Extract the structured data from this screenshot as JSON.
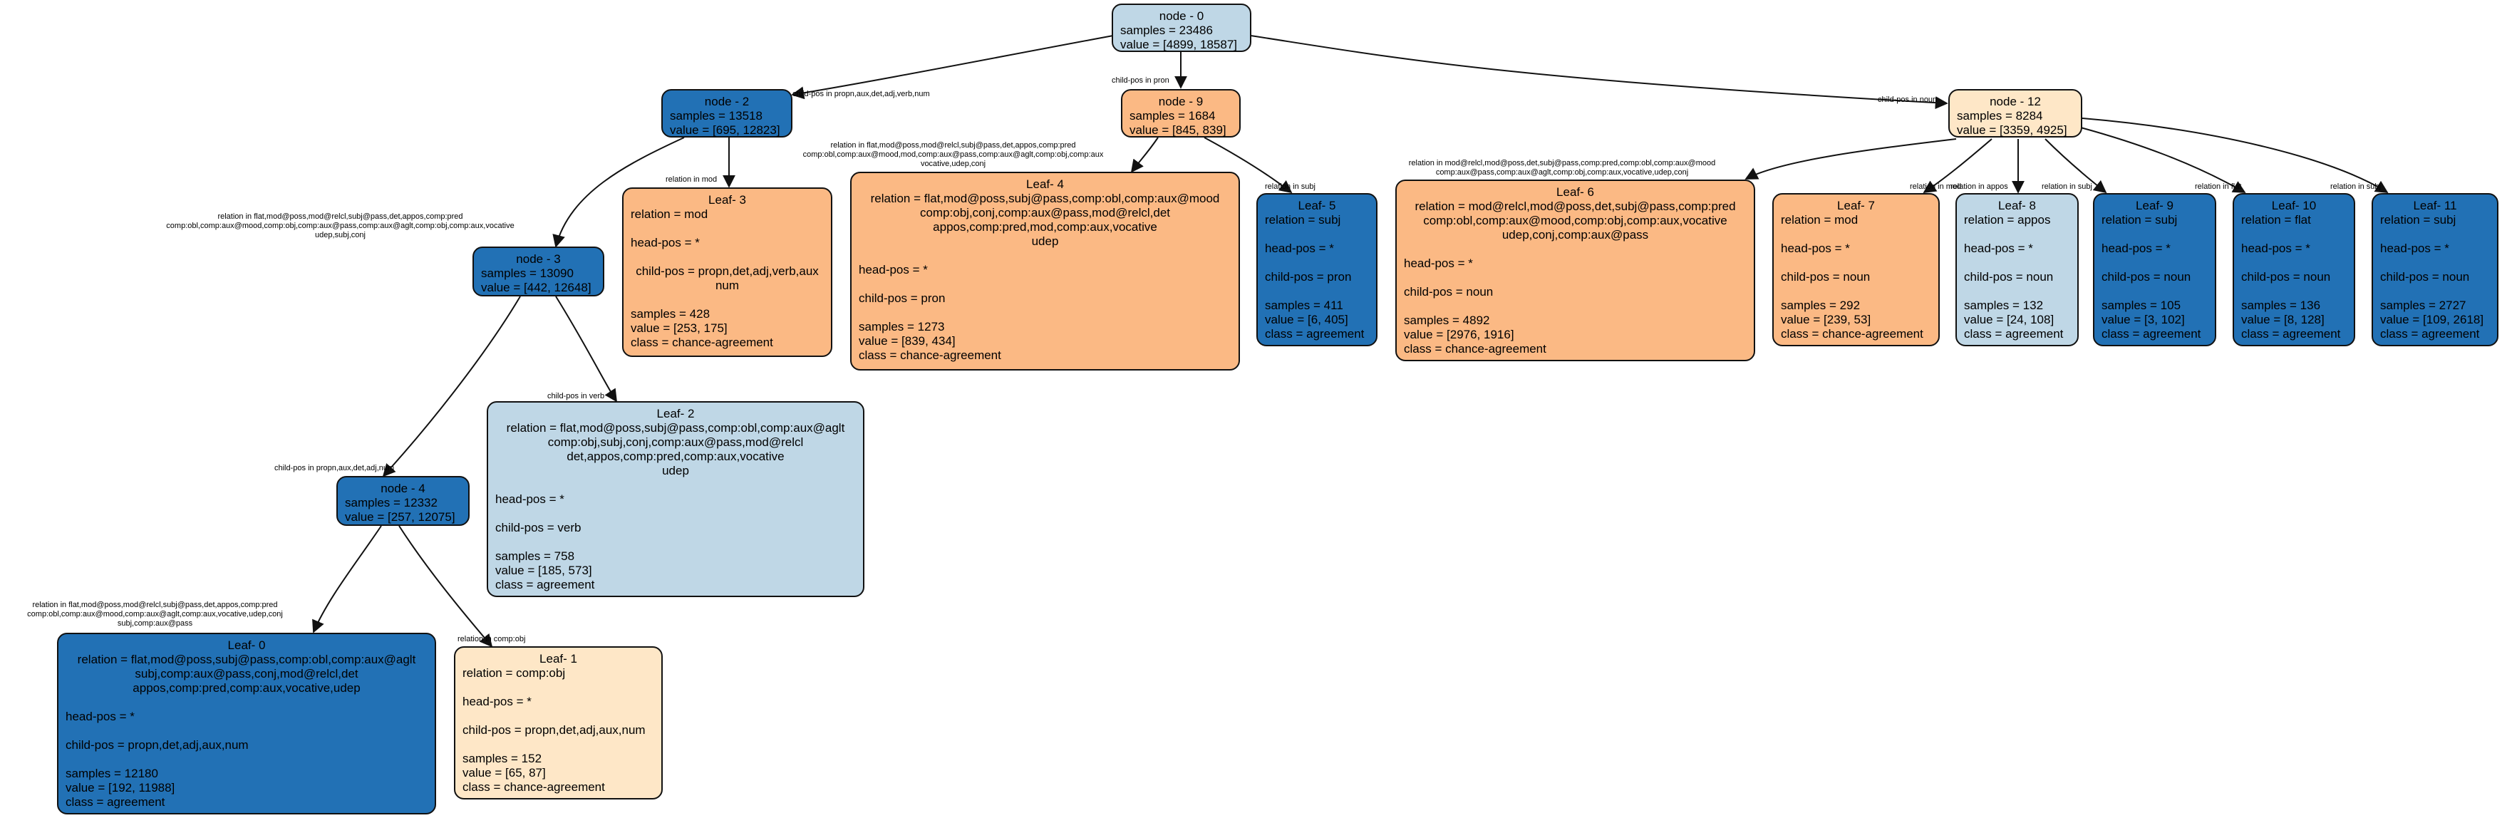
{
  "colors": {
    "blue": "#2271b5",
    "lightblue": "#bfd7e6",
    "orange": "#fbb984",
    "peach": "#fee7c7",
    "edge": "#111111"
  },
  "nodes": {
    "node0": {
      "title": "node - 0",
      "lines": [
        "samples = 23486",
        "value = [4899, 18587]"
      ]
    },
    "node2": {
      "title": "node - 2",
      "lines": [
        "samples = 13518",
        "value = [695, 12823]"
      ]
    },
    "node9": {
      "title": "node - 9",
      "lines": [
        "samples = 1684",
        "value = [845, 839]"
      ]
    },
    "node12": {
      "title": "node - 12",
      "lines": [
        "samples = 8284",
        "value = [3359, 4925]"
      ]
    },
    "node3": {
      "title": "node - 3",
      "lines": [
        "samples = 13090",
        "value = [442, 12648]"
      ]
    },
    "node4": {
      "title": "node - 4",
      "lines": [
        "samples = 12332",
        "value = [257, 12075]"
      ]
    },
    "leaf0": {
      "title": "Leaf- 0",
      "relation": "relation = flat,mod@poss,subj@pass,comp:obl,comp:aux@aglt\nsubj,comp:aux@pass,conj,mod@relcl,det\nappos,comp:pred,comp:aux,vocative,udep",
      "head": "head-pos = *",
      "child": "child-pos = propn,det,adj,aux,num",
      "samples": "samples = 12180",
      "value": "value = [192, 11988]",
      "class": "class = agreement"
    },
    "leaf1": {
      "title": "Leaf- 1",
      "relation": "relation = comp:obj",
      "head": "head-pos = *",
      "child": "child-pos = propn,det,adj,aux,num",
      "samples": "samples = 152",
      "value": "value = [65, 87]",
      "class": "class = chance-agreement"
    },
    "leaf2": {
      "title": "Leaf- 2",
      "relation": "relation = flat,mod@poss,subj@pass,comp:obl,comp:aux@aglt\ncomp:obj,subj,conj,comp:aux@pass,mod@relcl\ndet,appos,comp:pred,comp:aux,vocative\nudep",
      "head": "head-pos = *",
      "child": "child-pos = verb",
      "samples": "samples = 758",
      "value": "value = [185, 573]",
      "class": "class = agreement"
    },
    "leaf3": {
      "title": "Leaf- 3",
      "relation": "relation = mod",
      "head": "head-pos = *",
      "child": "child-pos = propn,det,adj,verb,aux\nnum",
      "samples": "samples = 428",
      "value": "value = [253, 175]",
      "class": "class = chance-agreement"
    },
    "leaf4": {
      "title": "Leaf- 4",
      "relation": "relation = flat,mod@poss,subj@pass,comp:obl,comp:aux@mood\ncomp:obj,conj,comp:aux@pass,mod@relcl,det\nappos,comp:pred,mod,comp:aux,vocative\nudep",
      "head": "head-pos = *",
      "child": "child-pos = pron",
      "samples": "samples = 1273",
      "value": "value = [839, 434]",
      "class": "class = chance-agreement"
    },
    "leaf5": {
      "title": "Leaf- 5",
      "relation": "relation = subj",
      "head": "head-pos = *",
      "child": "child-pos = pron",
      "samples": "samples = 411",
      "value": "value = [6, 405]",
      "class": "class = agreement"
    },
    "leaf6": {
      "title": "Leaf- 6",
      "relation": "relation = mod@relcl,mod@poss,det,subj@pass,comp:pred\ncomp:obl,comp:aux@mood,comp:obj,comp:aux,vocative\nudep,conj,comp:aux@pass",
      "head": "head-pos = *",
      "child": "child-pos = noun",
      "samples": "samples = 4892",
      "value": "value = [2976, 1916]",
      "class": "class = chance-agreement"
    },
    "leaf7": {
      "title": "Leaf- 7",
      "relation": "relation = mod",
      "head": "head-pos = *",
      "child": "child-pos = noun",
      "samples": "samples = 292",
      "value": "value = [239, 53]",
      "class": "class = chance-agreement"
    },
    "leaf8": {
      "title": "Leaf- 8",
      "relation": "relation = appos",
      "head": "head-pos = *",
      "child": "child-pos = noun",
      "samples": "samples = 132",
      "value": "value = [24, 108]",
      "class": "class = agreement"
    },
    "leaf9": {
      "title": "Leaf- 9",
      "relation": "relation = subj",
      "head": "head-pos = *",
      "child": "child-pos = noun",
      "samples": "samples = 105",
      "value": "value = [3, 102]",
      "class": "class = agreement"
    },
    "leaf10": {
      "title": "Leaf- 10",
      "relation": "relation = flat",
      "head": "head-pos = *",
      "child": "child-pos = noun",
      "samples": "samples = 136",
      "value": "value = [8, 128]",
      "class": "class = agreement"
    },
    "leaf11": {
      "title": "Leaf- 11",
      "relation": "relation = subj",
      "head": "head-pos = *",
      "child": "child-pos = noun",
      "samples": "samples = 2727",
      "value": "value = [109, 2618]",
      "class": "class = agreement"
    }
  },
  "edges": {
    "e0_2": "child-pos in propn,aux,det,adj,verb,num",
    "e0_9": "child-pos in pron",
    "e0_12": "child-pos in noun",
    "e2_3": "relation in flat,mod@poss,mod@relcl,subj@pass,det,appos,comp:pred\ncomp:obl,comp:aux@mood,comp:obj,comp:aux@pass,comp:aux@aglt,comp:obj,comp:aux,vocative\nudep,subj,conj",
    "e2_L3": "relation in mod",
    "e3_4": "child-pos in propn,aux,det,adj,num",
    "e3_L2": "child-pos in verb",
    "e4_L0": "relation in flat,mod@poss,mod@relcl,subj@pass,det,appos,comp:pred\ncomp:obl,comp:aux@mood,comp:aux@aglt,comp:aux,vocative,udep,conj\nsubj,comp:aux@pass",
    "e4_L1": "relation in comp:obj",
    "e9_L4": "relation in flat,mod@poss,mod@relcl,subj@pass,det,appos,comp:pred\ncomp:obl,comp:aux@mood,mod,comp:aux@pass,comp:aux@aglt,comp:obj,comp:aux\nvocative,udep,conj",
    "e9_L5": "relation in subj",
    "e12_L6": "relation in mod@relcl,mod@poss,det,subj@pass,comp:pred,comp:obl,comp:aux@mood\ncomp:aux@pass,comp:aux@aglt,comp:obj,comp:aux,vocative,udep,conj",
    "e12_L7": "relation in mod",
    "e12_L8": "relation in appos",
    "e12_L9": "relation in subj",
    "e12_L10": "relation in flat",
    "e12_L11": "relation in subj"
  }
}
